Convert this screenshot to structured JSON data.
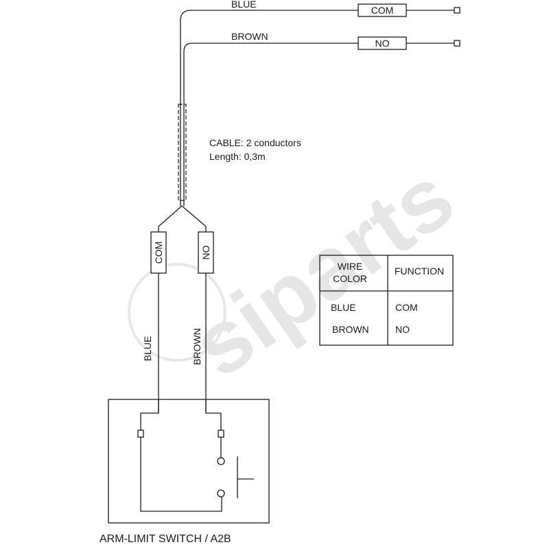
{
  "watermark": {
    "text": "siparts"
  },
  "top_wires": [
    {
      "wire": "BLUE",
      "terminal": "COM"
    },
    {
      "wire": "BROWN",
      "terminal": "NO"
    }
  ],
  "cable": {
    "line1": "CABLE: 2 conductors",
    "line2": "Length: 0,3m"
  },
  "bottom_wires": [
    {
      "terminal": "COM",
      "wire": "BLUE"
    },
    {
      "terminal": "NO",
      "wire": "BROWN"
    }
  ],
  "table": {
    "headers": {
      "col1_line1": "WIRE",
      "col1_line2": "COLOR",
      "col2": "FUNCTION"
    },
    "rows": [
      {
        "color": "BLUE",
        "function": "COM"
      },
      {
        "color": "BROWN",
        "function": "NO"
      }
    ]
  },
  "switch_title": "ARM-LIMIT SWITCH / A2B",
  "colors": {
    "line": "#1a1a1a",
    "watermark": "#e6e6e6"
  }
}
